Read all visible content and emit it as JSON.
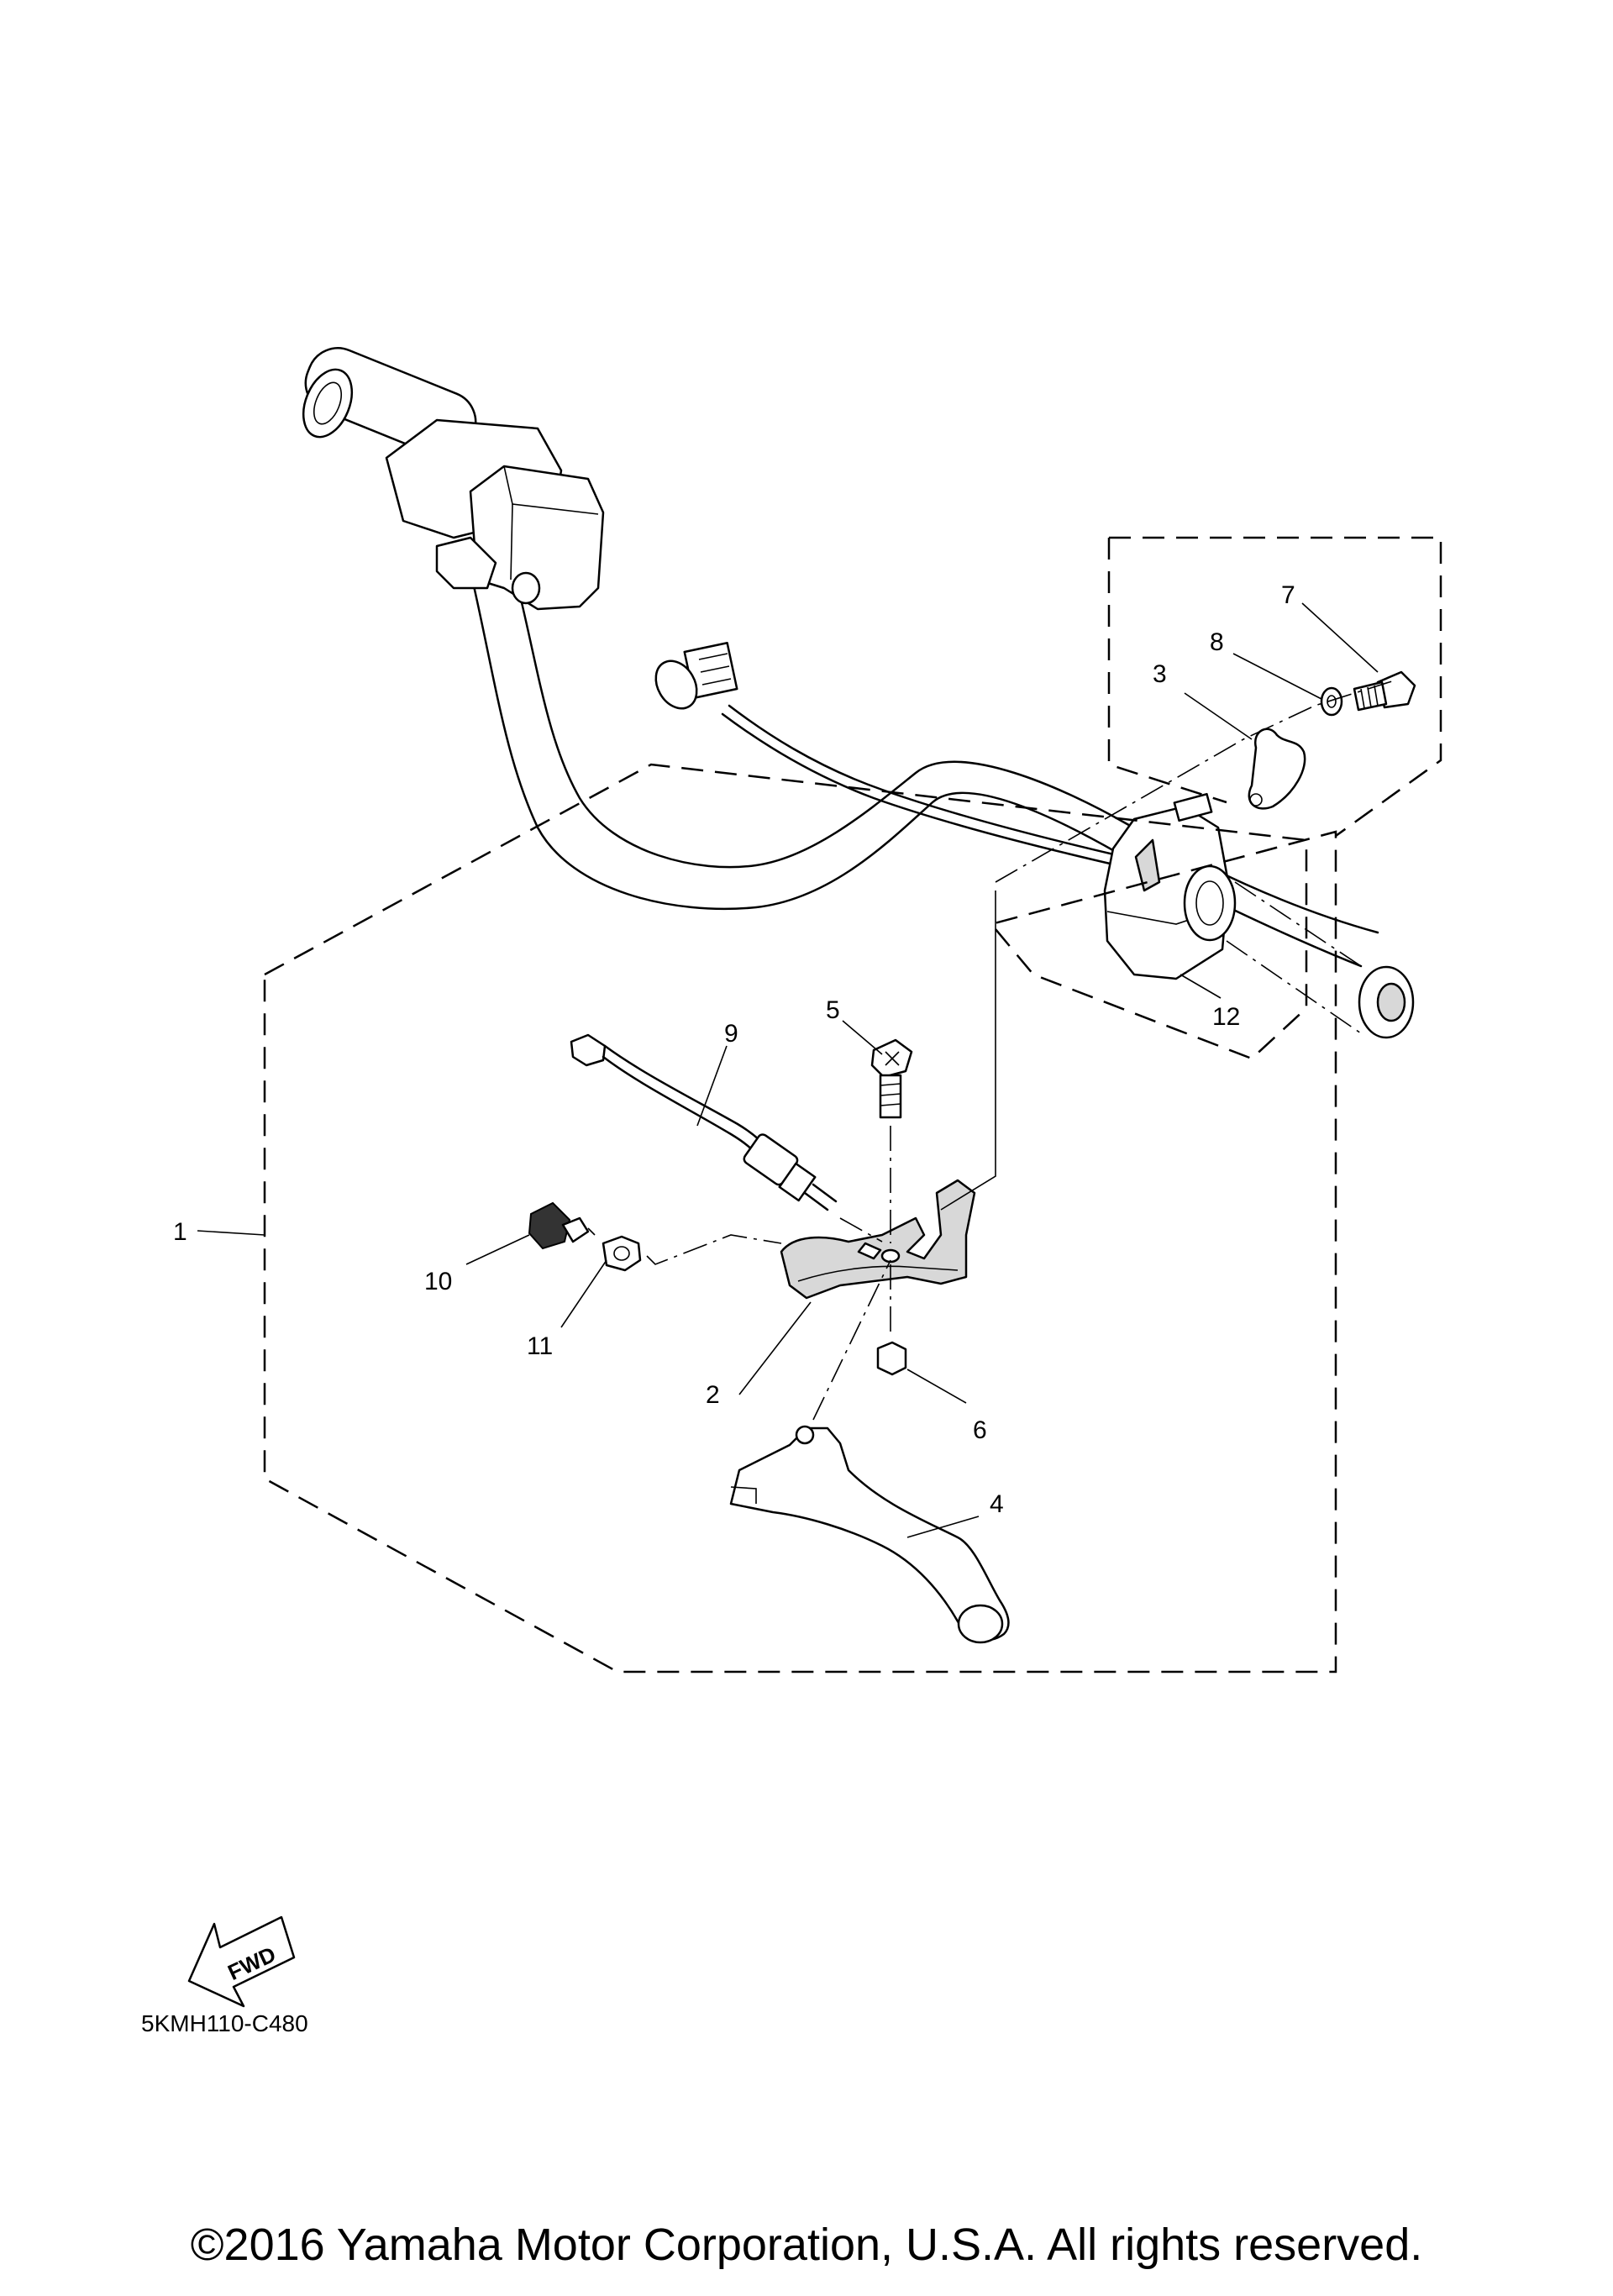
{
  "diagram": {
    "callouts": [
      "1",
      "2",
      "3",
      "4",
      "5",
      "6",
      "7",
      "8",
      "9",
      "10",
      "11",
      "12"
    ],
    "fwd_label": "FWD",
    "diagram_code": "5KMH110-C480",
    "copyright": "©2016 Yamaha Motor Corporation, U.S.A. All rights reserved."
  }
}
